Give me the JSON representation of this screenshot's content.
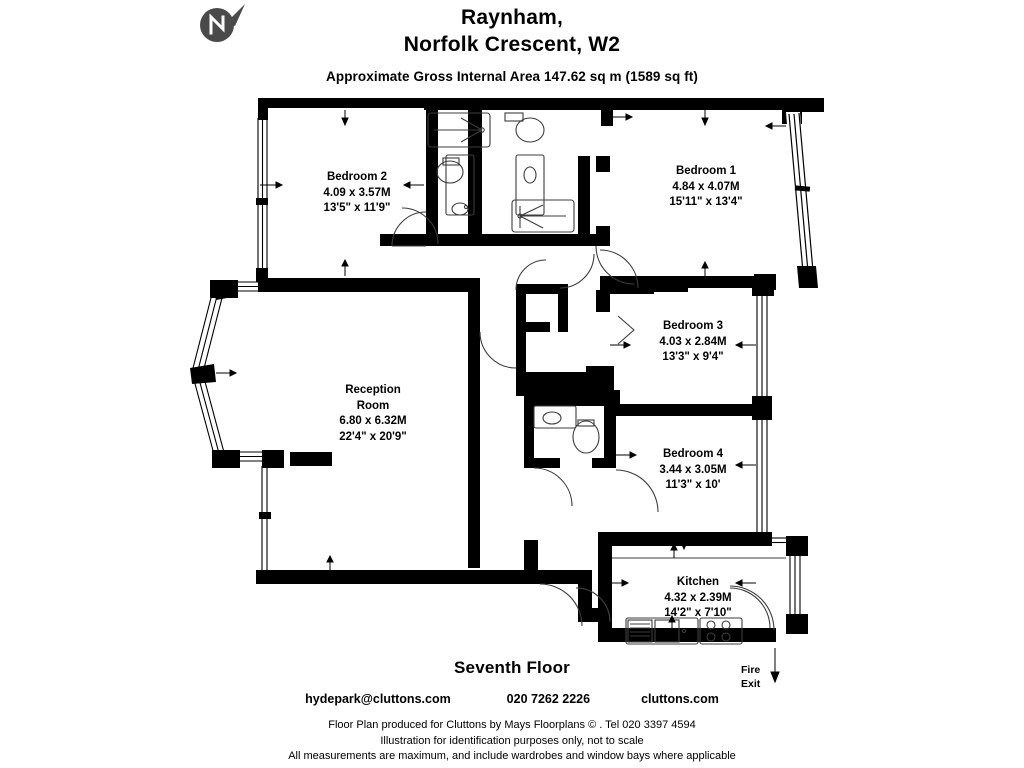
{
  "header": {
    "title_line1": "Raynham,",
    "title_line2": "Norfolk Crescent,  W2",
    "area_note": "Approximate Gross Internal Area  147.62 sq m  (1589 sq ft)"
  },
  "compass": {
    "label": "N",
    "circle_color": "#4a4a4a",
    "needle_color": "#4a4a4a"
  },
  "rooms": [
    {
      "id": "bedroom2",
      "name": "Bedroom 2",
      "metric": "4.09 x 3.57M",
      "imperial": "13'5\" x 11'9\""
    },
    {
      "id": "bedroom1",
      "name": "Bedroom 1",
      "metric": "4.84 x 4.07M",
      "imperial": "15'11\" x 13'4\""
    },
    {
      "id": "bedroom3",
      "name": "Bedroom 3",
      "metric": "4.03 x 2.84M",
      "imperial": "13'3\" x 9'4\""
    },
    {
      "id": "bedroom4",
      "name": "Bedroom 4",
      "metric": "3.44 x 3.05M",
      "imperial": "11'3\" x 10'"
    },
    {
      "id": "reception",
      "name": "Reception",
      "name2": "Room",
      "metric": "6.80 x 6.32M",
      "imperial": "22'4\" x 20'9\""
    },
    {
      "id": "kitchen",
      "name": "Kitchen",
      "metric": "4.32 x 2.39M",
      "imperial": "14'2\" x 7'10\""
    }
  ],
  "annotations": {
    "fire_exit_line1": "Fire",
    "fire_exit_line2": "Exit"
  },
  "footer": {
    "floor": "Seventh Floor",
    "email": "hydepark@cluttons.com",
    "phone": "020 7262 2226",
    "website": "cluttons.com",
    "disclaimer_line1": "Floor Plan produced for Cluttons by Mays Floorplans  © . Tel 020 3397 4594",
    "disclaimer_line2": "Illustration for identification purposes only, not to scale",
    "disclaimer_line3": "All measurements are maximum, and include wardrobes and window bays where applicable"
  },
  "colors": {
    "wall": "#000000",
    "background": "#ffffff",
    "fixture_stroke": "#3c3c3c"
  }
}
